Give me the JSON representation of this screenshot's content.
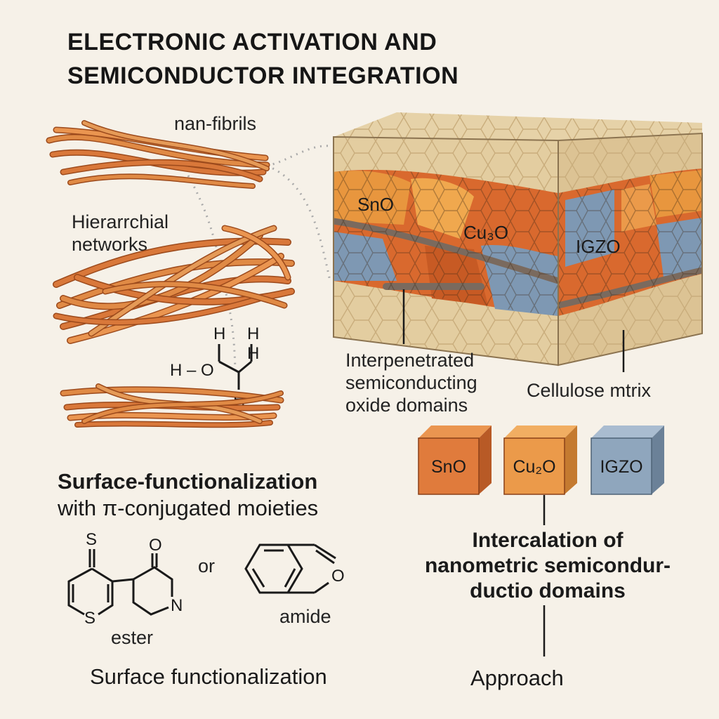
{
  "title": {
    "line1": "ELECTRONIC ACTIVATION AND",
    "line2": "SEMICONDUCTOR INTEGRATION"
  },
  "left": {
    "nanofibrils_label": "nan-fibrils",
    "hierarchical_label_line1": "Hierarrchial",
    "hierarchical_label_line2": "networks",
    "molecule": {
      "h1": "H",
      "h2": "H",
      "h3": "H",
      "h4": "H",
      "o_group": "H – O"
    },
    "surface_heading_line1": "Surface-functionalization",
    "surface_heading_line2": "with π-conjugated moieties",
    "struct_s_top": "S",
    "struct_s_ring": "S",
    "struct_o": "O",
    "struct_n": "N",
    "struct_or": "or",
    "ester_label": "ester",
    "amide_label": "amide",
    "ring_o": "O",
    "bottom_caption": "Surface functionalization"
  },
  "right": {
    "block_labels": {
      "sno": "SnO",
      "cu3o": "Cu₃O",
      "igzo": "IGZO"
    },
    "interpenetrated_line1": "Interpenetrated",
    "interpenetrated_line2": "semiconducting",
    "interpenetrated_line3": "oxide domains",
    "matrix_label": "Cellulose mtrix",
    "cubes": [
      {
        "label": "SnO",
        "color": "#e07b3c"
      },
      {
        "label": "Cu₂O",
        "color": "#eb9a4a"
      },
      {
        "label": "IGZO",
        "color": "#8fa6bd"
      }
    ],
    "intercalation_line1": "Intercalation of",
    "intercalation_line2": "nanometric semicondur-",
    "intercalation_line3": "ductio domains",
    "approach_label": "Approach"
  },
  "colors": {
    "fibril": "#d9783a",
    "fibril_dark": "#9c4a1c",
    "matrix": "#e3cda0",
    "sno": "#d9692e",
    "cu": "#e8963e",
    "igzo": "#7e98b3"
  }
}
